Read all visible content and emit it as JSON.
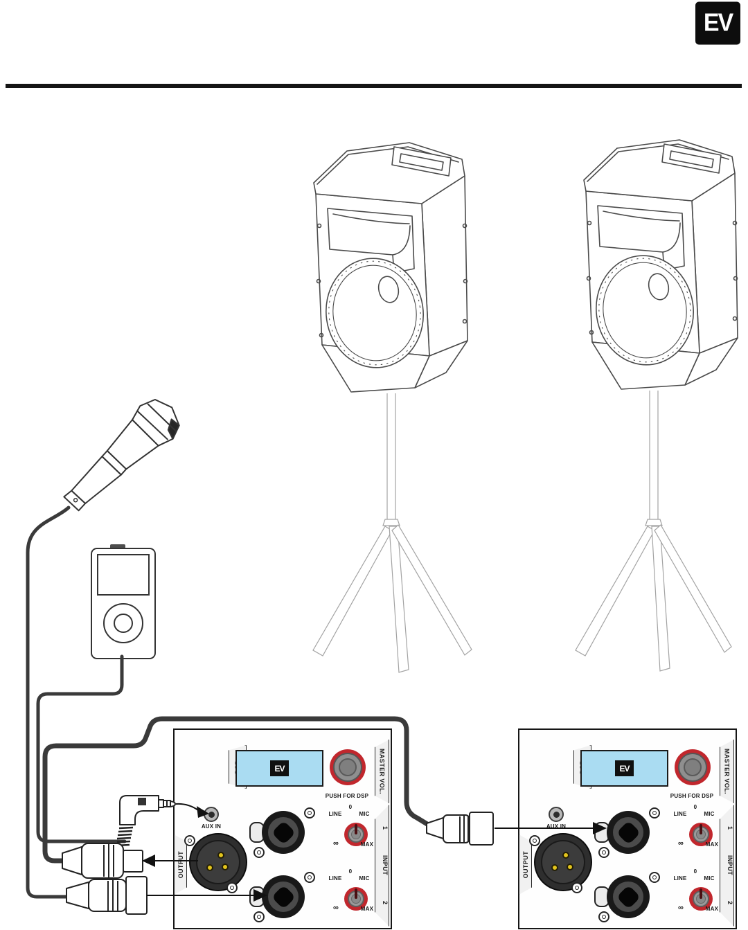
{
  "logo": {
    "text": "EV"
  },
  "rear_panel": {
    "dsp": "DSP",
    "lcd_logo": "EV",
    "master_vol": "MASTER VOL.",
    "push_for_dsp": "PUSH FOR DSP",
    "aux_in": "AUX IN",
    "output": "OUTPUT",
    "line": "LINE",
    "zero": "0",
    "mic": "MIC",
    "infinity": "∞",
    "max": "MAX",
    "input_one": "1",
    "input": "INPUT",
    "input_two": "2",
    "colors": {
      "lcd": "#aadcf2",
      "knob_red": "#c1272d",
      "pin_yellow": "#e3c51d"
    }
  },
  "illustrations": {
    "speakers": "loudspeaker-on-tripod-stand",
    "microphone": "handheld-microphone",
    "media_player": "portable-media-player",
    "connectors": [
      "xlr-female-connector",
      "xlr-male-connector",
      "xlr-male-connector",
      "mini-jack-right-angle-plug"
    ]
  }
}
